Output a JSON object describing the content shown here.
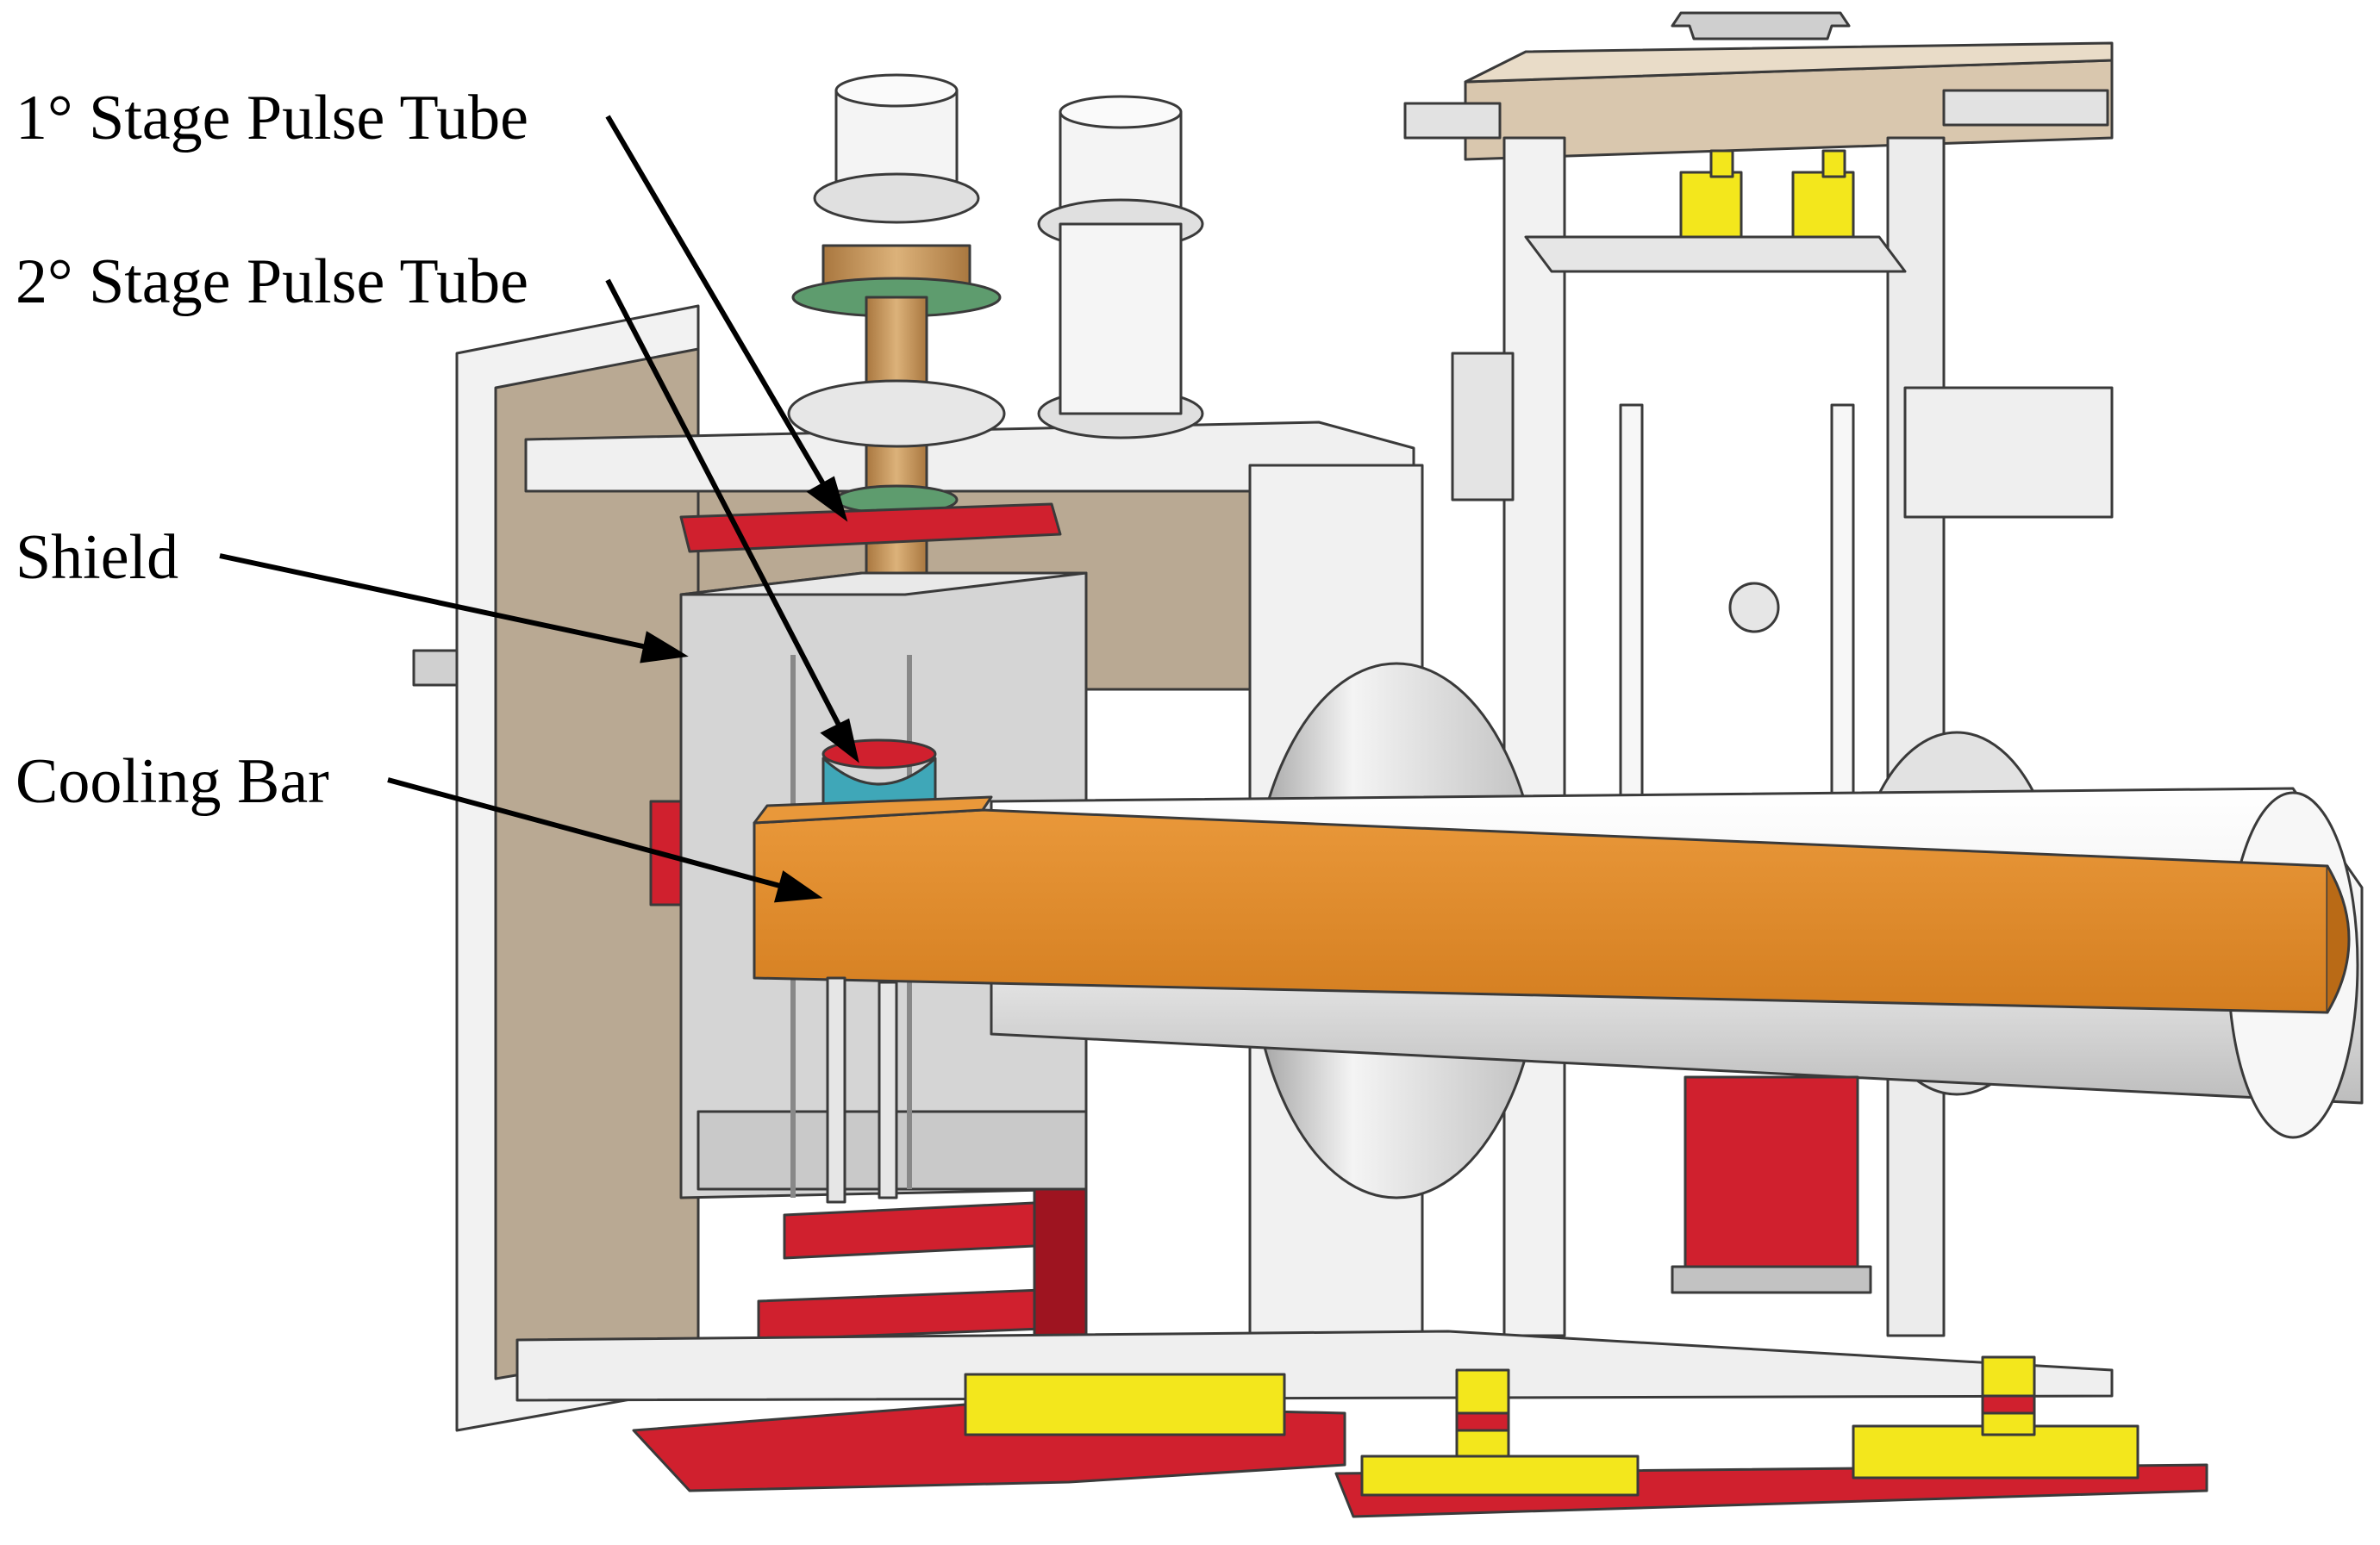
{
  "labels": {
    "first_stage_pulse_tube": "1° Stage Pulse Tube",
    "second_stage_pulse_tube": "2° Stage Pulse Tube",
    "shield": "Shield",
    "cooling_bar": "Cooling Bar"
  },
  "colors": {
    "cooling_bar": "#E08A2A",
    "cooling_bar_dark": "#B96A16",
    "red_parts": "#D0202E",
    "red_parts_dark": "#9E1420",
    "yellow_parts": "#F3E71C",
    "copper_tube": "#C99A5E",
    "green_flange": "#5E9C6E",
    "teal_coupling": "#3FA7B8",
    "frame": "#EDEDED",
    "frame_edge": "#4A4A4A",
    "back_panel": "#B9A993",
    "top_plate": "#D9C7AE",
    "shield": "#D5D5D5",
    "background": "#FFFFFF"
  }
}
